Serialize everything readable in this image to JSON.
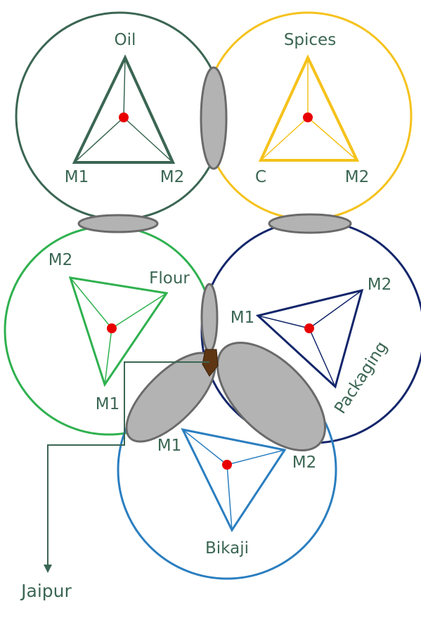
{
  "colors": {
    "oil": "#3b6653",
    "spices": "#f5c21b",
    "flour": "#2fb14f",
    "packaging": "#13266b",
    "bikaji": "#2a7ec0",
    "overlap_fill": "#b3b3b3",
    "overlap_stroke": "#6a6a6a",
    "core": "#5e3613",
    "node": "#e80000",
    "arrow": "#3b6653"
  },
  "clusters": {
    "oil": {
      "name": "Oil",
      "vertices": [
        "M1",
        "M2"
      ]
    },
    "spices": {
      "name": "Spices",
      "vertices": [
        "C",
        "M2"
      ]
    },
    "flour": {
      "name": "Flour",
      "vertices": [
        "M2",
        "M1"
      ]
    },
    "packaging": {
      "name": "Packaging",
      "vertices": [
        "M1",
        "M2"
      ]
    },
    "bikaji": {
      "name": "Bikaji",
      "vertices": [
        "M1",
        "M2"
      ]
    }
  },
  "destination": "Jaipur"
}
